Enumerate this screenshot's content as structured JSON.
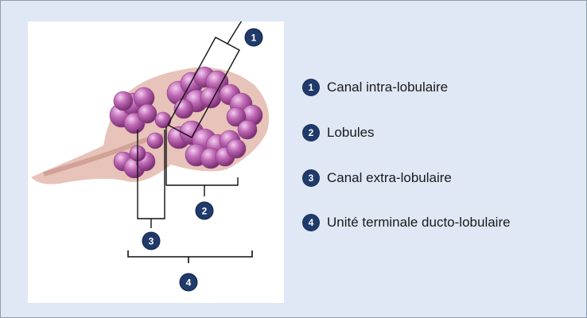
{
  "markers": [
    "1",
    "2",
    "3",
    "4"
  ],
  "legend": [
    {
      "num": "1",
      "label": "Canal intra-lobulaire"
    },
    {
      "num": "2",
      "label": "Lobules"
    },
    {
      "num": "3",
      "label": "Canal extra-lobulaire"
    },
    {
      "num": "4",
      "label": "Unité terminale ducto-lobulaire"
    }
  ],
  "colors": {
    "panel_bg": "#dfe8f4",
    "panel_border": "#8f9bb0",
    "badge": "#1f3a6b",
    "acini": "#b05aa8",
    "tissue": "#e3b9ad"
  },
  "icons": {
    "acinus": "purple-sphere",
    "badge": "numbered-circle"
  }
}
